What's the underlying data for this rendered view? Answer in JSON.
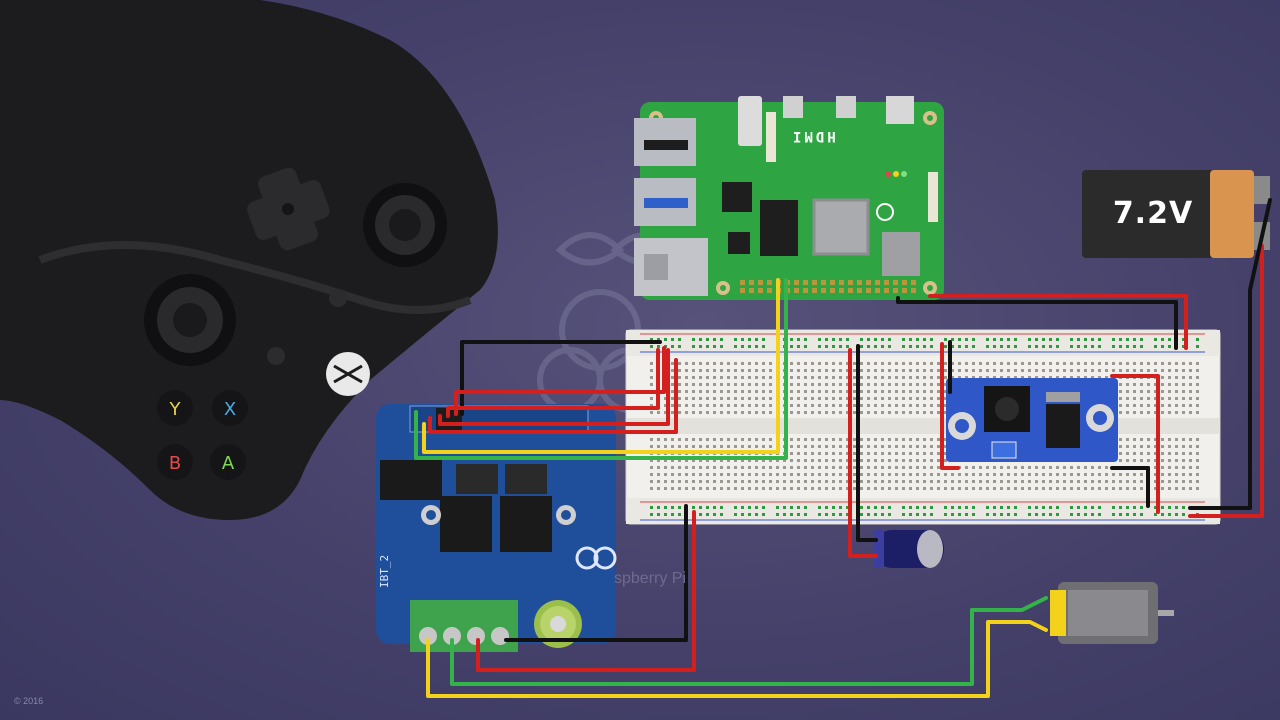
{
  "battery": {
    "label": "7.2V",
    "body_color": "#2b2b2b",
    "cap_color": "#d9944f"
  },
  "raspberry_pi": {
    "hdmi_label": "HDMI",
    "board_color": "#2ea443"
  },
  "motor_driver": {
    "model_label": "IBT_2",
    "board_color": "#1f4f9a"
  },
  "watermark_text": "spberry Pi",
  "copyright": "© 2016",
  "wire_colors": {
    "red": "#d41f1f",
    "black": "#111111",
    "yellow": "#f2d21b",
    "green": "#33b34a"
  },
  "components": [
    {
      "name": "game-controller"
    },
    {
      "name": "raspberry-pi-4"
    },
    {
      "name": "breadboard"
    },
    {
      "name": "buck-converter"
    },
    {
      "name": "motor-driver-ibt2"
    },
    {
      "name": "capacitor"
    },
    {
      "name": "dc-motor"
    },
    {
      "name": "battery"
    }
  ]
}
